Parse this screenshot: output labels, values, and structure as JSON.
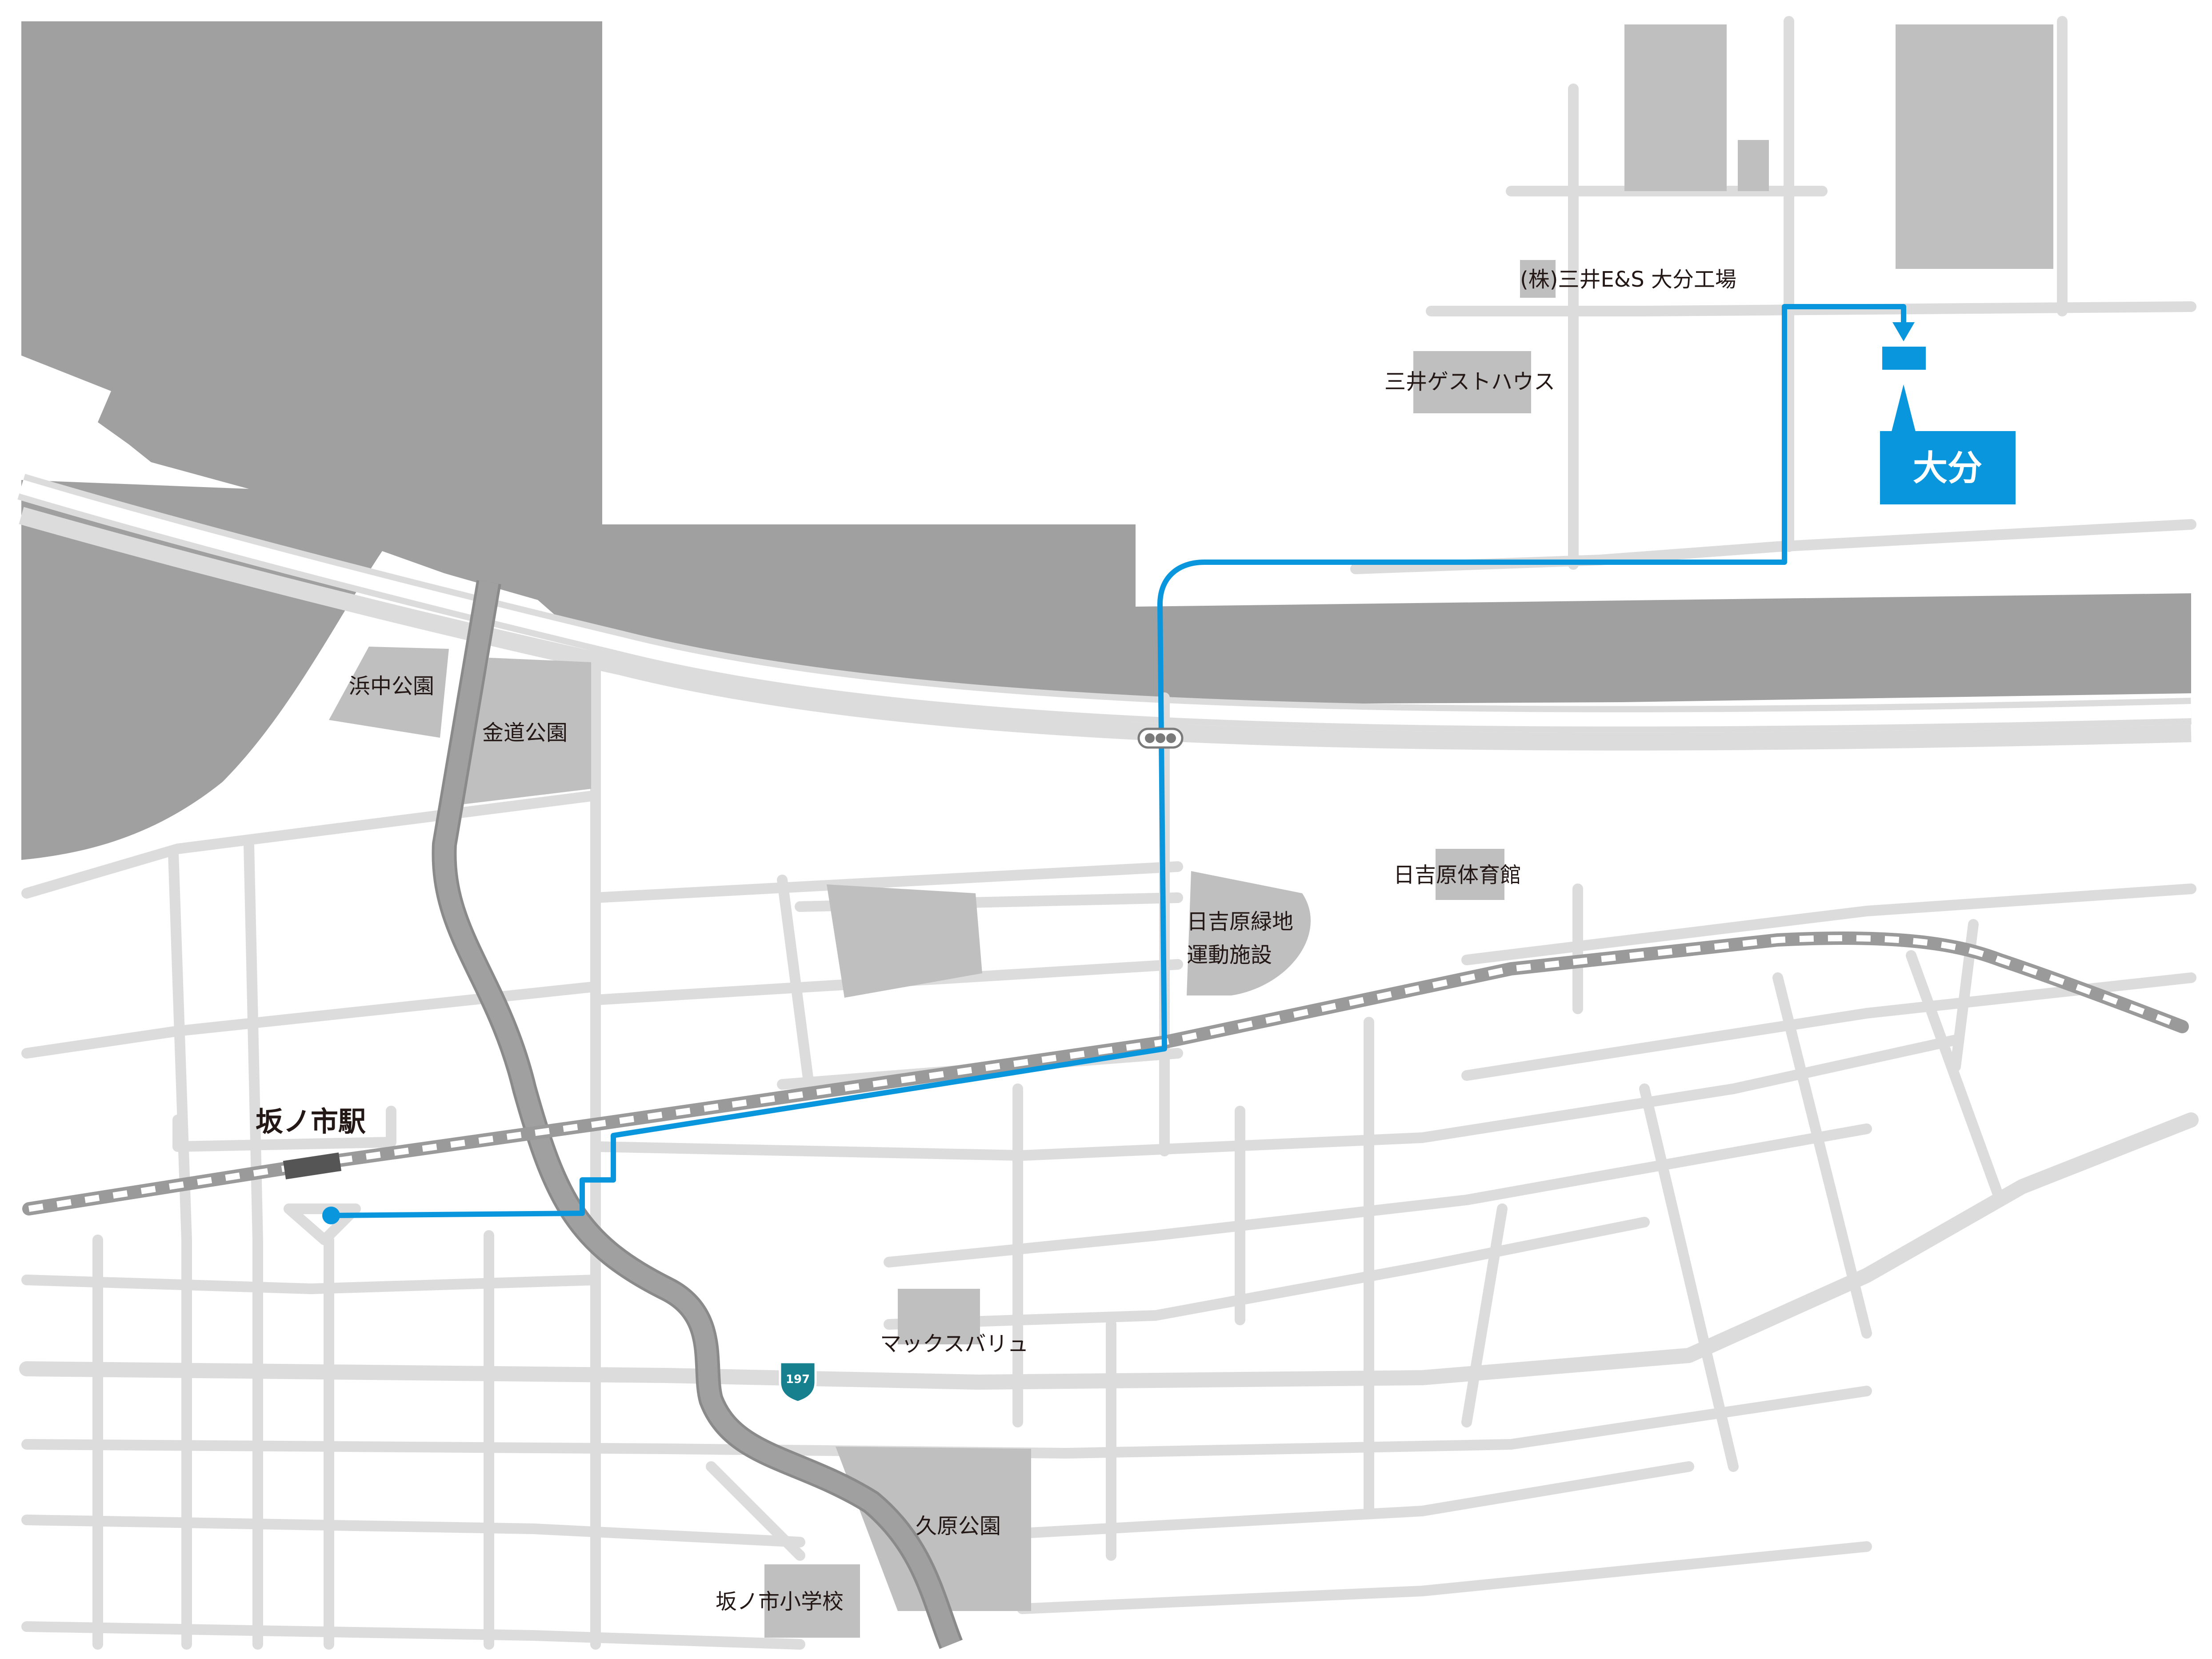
{
  "colors": {
    "sea": "#a0a0a0",
    "building": "#bfbfbf",
    "road": "#dcdcdc",
    "route": "#0a96dc",
    "rail": "#9a9a9a",
    "expressway": "#a0a0a0",
    "highway_shield": "#16808f"
  },
  "destination": {
    "label": "大分"
  },
  "station": {
    "label": "坂ノ市駅"
  },
  "highway": {
    "number": "197"
  },
  "landmarks": {
    "mitsui_factory": "(株)三井E&S 大分工場",
    "mitsui_guesthouse": "三井ゲストハウス",
    "hamanaka_park": "浜中公園",
    "kanamichi_park": "金道公園",
    "hiyoshibaru_gym": "日吉原体育館",
    "hiyoshibaru_green_1": "日吉原緑地",
    "hiyoshibaru_green_2": "運動施設",
    "maxvalu": "マックスバリュ",
    "kubara_park": "久原公園",
    "sakanoichi_school": "坂ノ市小学校"
  },
  "icons": {
    "traffic_signal": "traffic-signal-icon",
    "start_point": "start-dot-icon",
    "arrow": "arrow-down-icon"
  }
}
